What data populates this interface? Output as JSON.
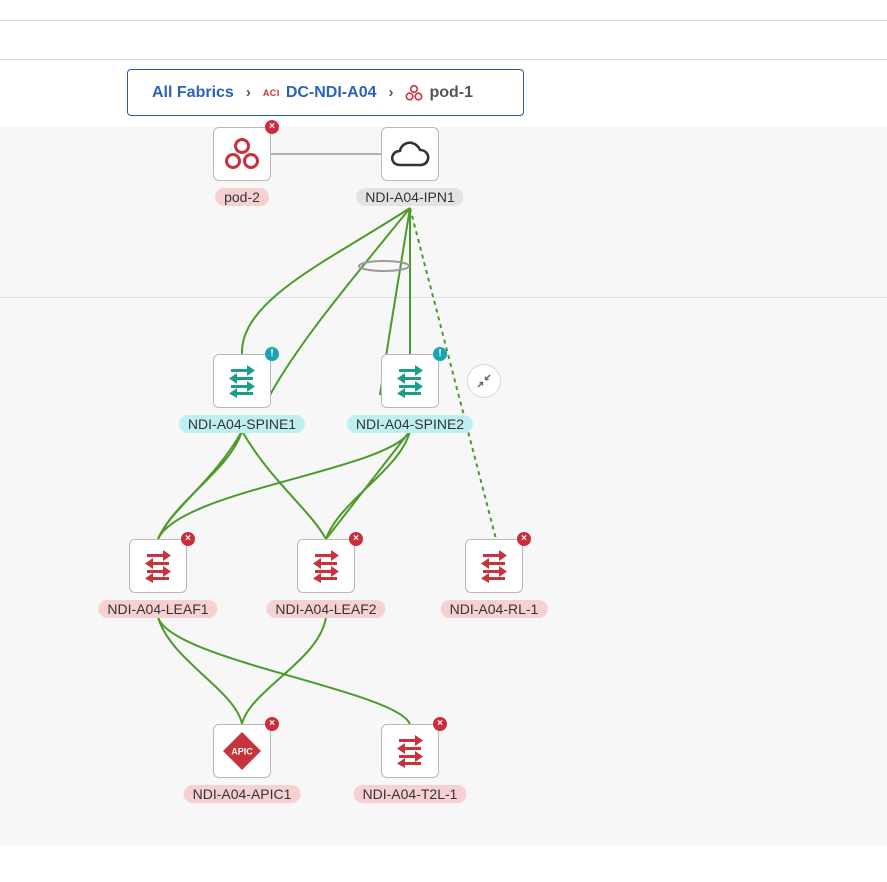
{
  "breadcrumb": {
    "all_fabrics": "All Fabrics",
    "fabric_tag": "ACI",
    "fabric": "DC-NDI-A04",
    "pod": "pod-1",
    "separator": "›"
  },
  "nodes": {
    "pod2": {
      "label": "pod-2",
      "icon": "pod-icon",
      "status": "error"
    },
    "ipn": {
      "label": "NDI-A04-IPN1",
      "icon": "cloud-icon",
      "status": "none"
    },
    "spine1": {
      "label": "NDI-A04-SPINE1",
      "icon": "switch-icon",
      "status": "info"
    },
    "spine2": {
      "label": "NDI-A04-SPINE2",
      "icon": "switch-icon",
      "status": "info"
    },
    "leaf1": {
      "label": "NDI-A04-LEAF1",
      "icon": "switch-icon",
      "status": "error"
    },
    "leaf2": {
      "label": "NDI-A04-LEAF2",
      "icon": "switch-icon",
      "status": "error"
    },
    "rl1": {
      "label": "NDI-A04-RL-1",
      "icon": "switch-icon",
      "status": "error"
    },
    "apic1": {
      "label": "NDI-A04-APIC1",
      "icon": "apic-icon",
      "status": "error"
    },
    "t2l1": {
      "label": "NDI-A04-T2L-1",
      "icon": "switch-icon",
      "status": "error"
    }
  },
  "apic_text": "APIC",
  "badges": {
    "error": "×",
    "info": "!"
  },
  "colors": {
    "link": "#4c9a2a",
    "error": "#cc2d3a",
    "info": "#1aa2b5",
    "switch_ok": "#1a9e8a",
    "switch_err": "#c8323c",
    "breadcrumb_link": "#2b63b8"
  }
}
